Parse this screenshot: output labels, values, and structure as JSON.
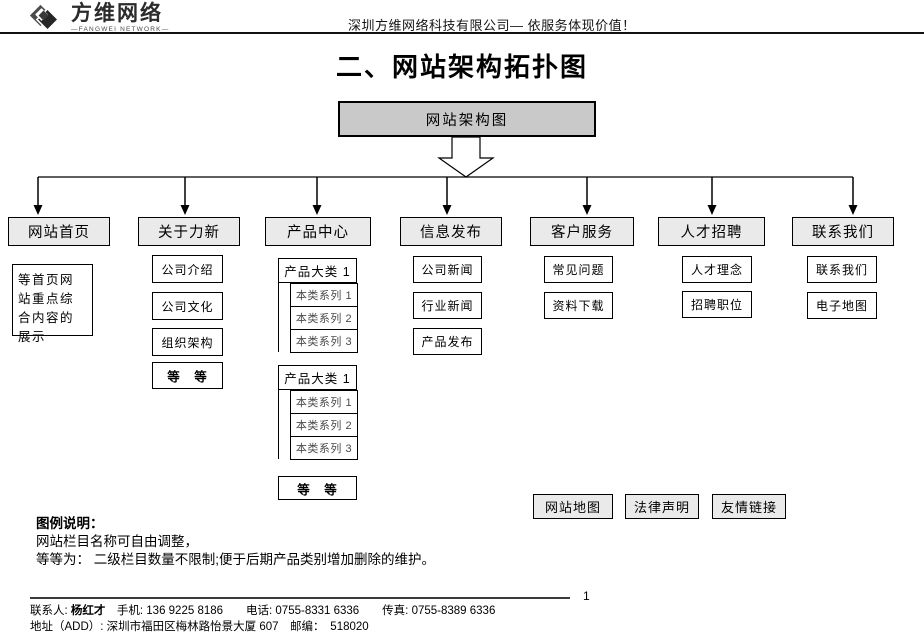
{
  "page": {
    "title": "二、网站架构拓扑图",
    "page_number": "1"
  },
  "header": {
    "logo": {
      "name": "方维网络",
      "subtitle": "—FANGWEI NETWORK—",
      "icon": "diamond-logo"
    },
    "slogan": "深圳方维网络科技有限公司— 依服务体现价值！"
  },
  "diagram": {
    "root_label": "网站架构图",
    "columns": [
      {
        "label": "网站首页",
        "note": "等首页网站重点综合内容的展示"
      },
      {
        "label": "关于力新",
        "items": [
          "公司介绍",
          "公司文化",
          "组织架构"
        ],
        "more": "等　等"
      },
      {
        "label": "产品中心",
        "groups": [
          {
            "label": "产品大类 1",
            "items": [
              "本类系列 1",
              "本类系列 2",
              "本类系列 3"
            ]
          },
          {
            "label": "产品大类 1",
            "items": [
              "本类系列 1",
              "本类系列 2",
              "本类系列 3"
            ]
          }
        ],
        "more": "等　等"
      },
      {
        "label": "信息发布",
        "items": [
          "公司新闻",
          "行业新闻",
          "产品发布"
        ]
      },
      {
        "label": "客户服务",
        "items": [
          "常见问题",
          "资料下载"
        ]
      },
      {
        "label": "人才招聘",
        "items": [
          "人才理念",
          "招聘职位"
        ]
      },
      {
        "label": "联系我们",
        "items": [
          "联系我们",
          "电子地图"
        ]
      }
    ],
    "utility_links": [
      "网站地图",
      "法律声明",
      "友情链接"
    ]
  },
  "legend": {
    "heading": "图例说明：",
    "line1": "网站栏目名称可自由调整，",
    "line2": "等等为： 二级栏目数量不限制;便于后期产品类别增加删除的维护。"
  },
  "footer": {
    "contact_label": "联系人: ",
    "contact_name": "杨红才",
    "contact_rest": "　手机: 136 9225 8186　　电话: 0755-8331 6336　　传真: 0755-8389 6336",
    "address_line": "地址（ADD）: 深圳市福田区梅林路怡景大厦 607　邮编：　518020"
  },
  "colors": {
    "root_box_fill": "#c9c9c9",
    "category_box_fill": "#eaeaea",
    "line_color": "#000000",
    "header_rule": "#111111"
  }
}
